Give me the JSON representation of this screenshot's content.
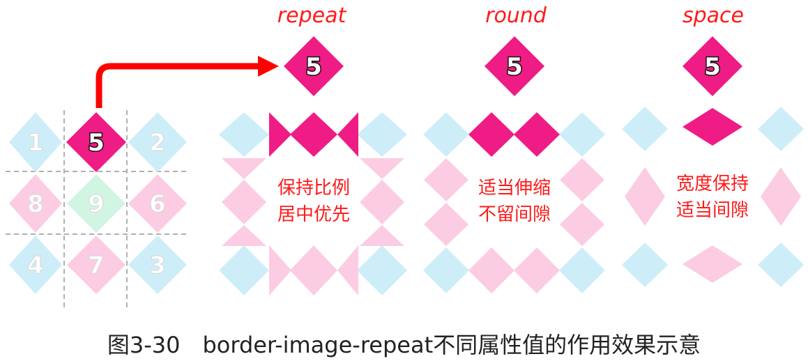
{
  "source": {
    "cells": [
      "1",
      "5",
      "2",
      "8",
      "9",
      "6",
      "4",
      "7",
      "3"
    ]
  },
  "colors": {
    "magenta": "#ee1c84",
    "pink": "#fccce2",
    "cyan": "#cdeef8",
    "mint": "#d2f5e3",
    "red": "#ff1a1a",
    "arrow": "#ff0000",
    "grid": "#b0b0b0"
  },
  "panels": [
    {
      "title": "repeat",
      "badge": "5",
      "desc_lines": [
        "保持比例",
        "居中优先"
      ]
    },
    {
      "title": "round",
      "badge": "5",
      "desc_lines": [
        "适当伸缩",
        "不留间隙"
      ]
    },
    {
      "title": "space",
      "badge": "5",
      "desc_lines": [
        "宽度保持",
        "适当间隙"
      ]
    }
  ],
  "caption": "图3-30　border-image-repeat不同属性值的作用效果示意"
}
